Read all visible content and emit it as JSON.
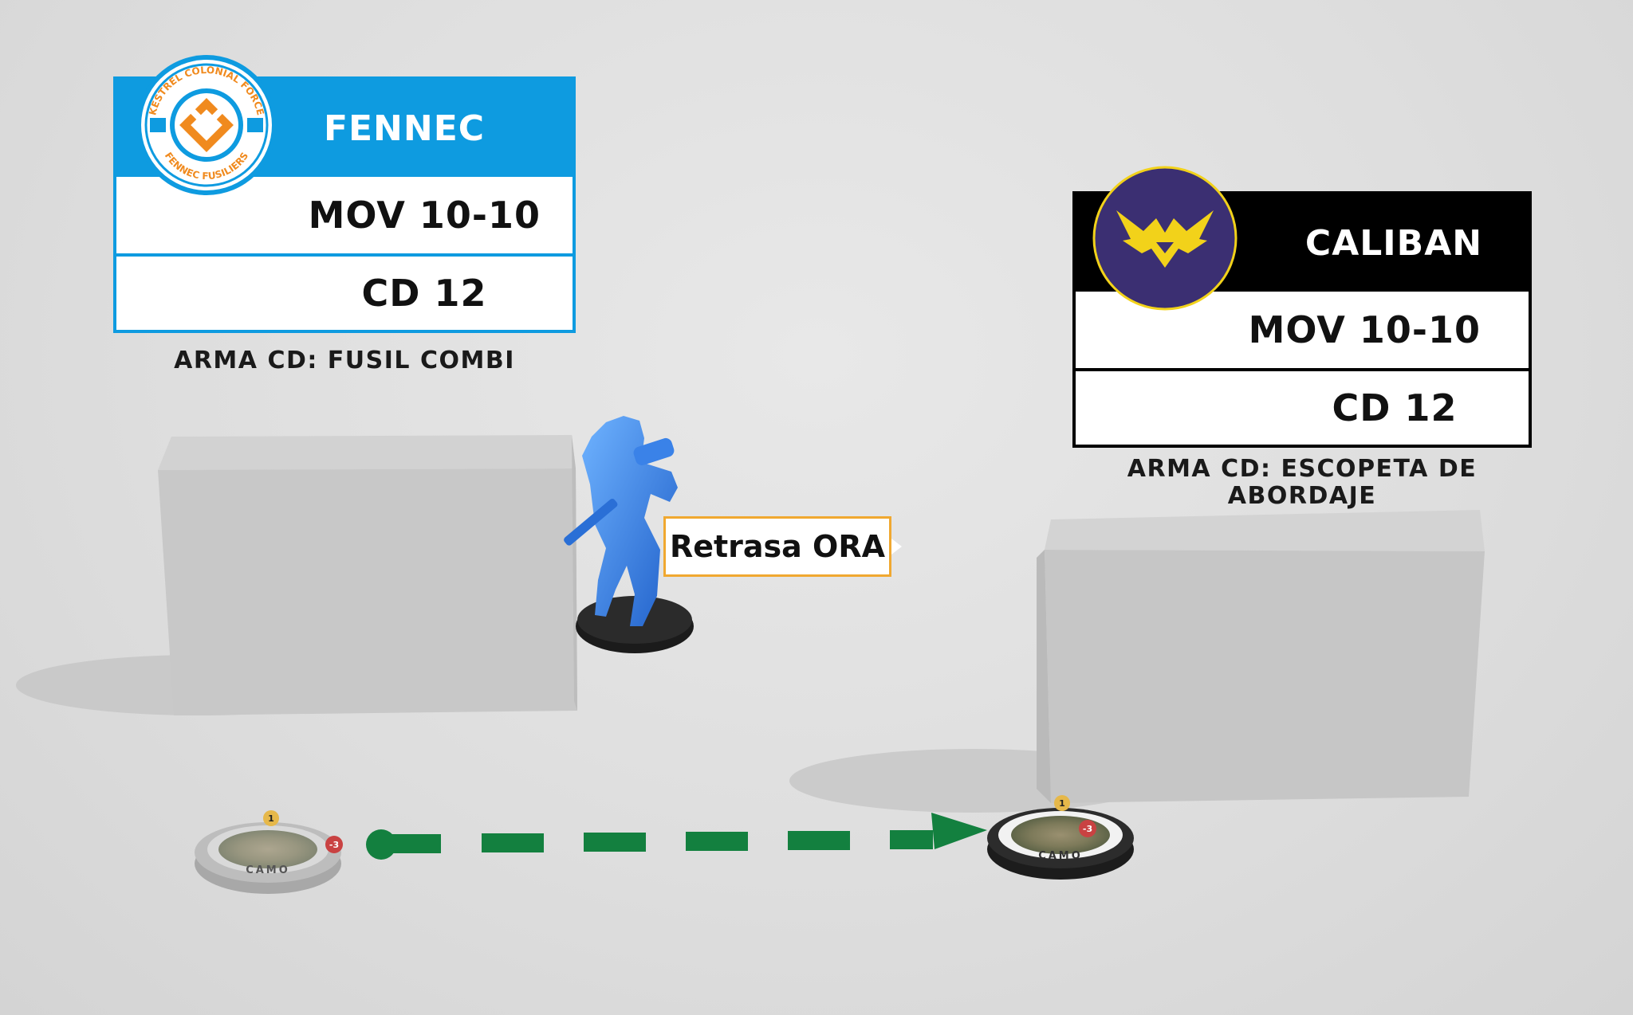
{
  "fennec": {
    "name": "FENNEC",
    "mov": "MOV 10-10",
    "cd": "CD 12",
    "weapon": "ARMA CD: FUSIL COMBI",
    "emblem_text_top": "KESTREL COLONIAL FORCE",
    "emblem_text_bottom": "FENNEC FUSILIERS",
    "header_color": "#0e9be0",
    "emblem_color": "#f08a1e"
  },
  "caliban": {
    "name": "CALIBAN",
    "mov": "MOV 10-10",
    "cd": "CD 12",
    "weapon_line1": "ARMA CD: ESCOPETA DE",
    "weapon_line2": "ABORDAJE",
    "header_color": "#000000",
    "emblem_bg": "#3b2f72",
    "emblem_color": "#f2d21a"
  },
  "tag": {
    "label": "Retrasa ORA",
    "border_color": "#f0a830"
  },
  "markers": {
    "start": {
      "label": "CAMO",
      "number": "1",
      "mod": "-3"
    },
    "end": {
      "label": "CAMO",
      "number": "1",
      "mod": "-3"
    }
  },
  "path": {
    "style": "dashed-arrow",
    "color": "#13803f"
  }
}
